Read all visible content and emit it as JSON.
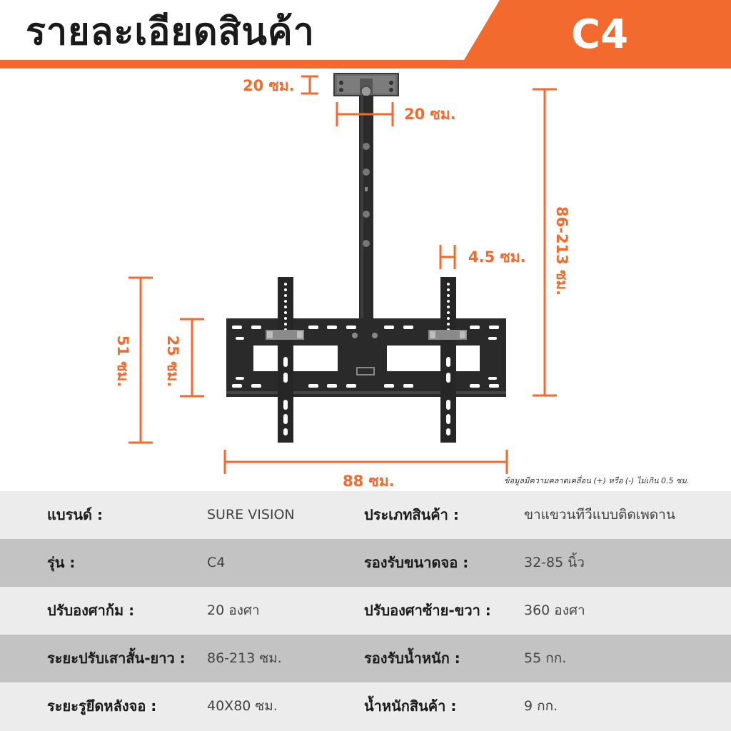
{
  "header": {
    "title": "รายละเอียดสินค้า",
    "model_code": "C4",
    "accent_color": "#f26a2d"
  },
  "dimensions": {
    "plate_height": "20 ซม.",
    "plate_width": "20 ซม.",
    "pole_length": "86-213 ซม.",
    "arm_depth": "4.5 ซม.",
    "total_height": "51 ซม.",
    "frame_height": "25 ซม.",
    "total_width": "88 ซม."
  },
  "note": "ข้อมูลมีความคลาดเคลื่อน (+) หรือ (-) ไม่เกิน 0.5 ซม.",
  "specs": [
    {
      "label1": "แบรนด์ :",
      "value1": "SURE VISION",
      "label2": "ประเภทสินค้า :",
      "value2": "ขาแขวนทีวีแบบติดเพดาน"
    },
    {
      "label1": "รุ่น :",
      "value1": "C4",
      "label2": "รองรับขนาดจอ :",
      "value2": "32-85 นิ้ว"
    },
    {
      "label1": "ปรับองศาก้ม :",
      "value1": "20 องศา",
      "label2": "ปรับองศาซ้าย-ขวา :",
      "value2": "360 องศา"
    },
    {
      "label1": "ระยะปรับเสาสั้น-ยาว :",
      "value1": "86-213 ซม.",
      "label2": "รองรับน้ำหนัก :",
      "value2": "55 กก."
    },
    {
      "label1": "ระยะรูยึดหลังจอ :",
      "value1": "40X80 ซม.",
      "label2": "น้ำหนักสินค้า :",
      "value2": "9 กก."
    }
  ]
}
